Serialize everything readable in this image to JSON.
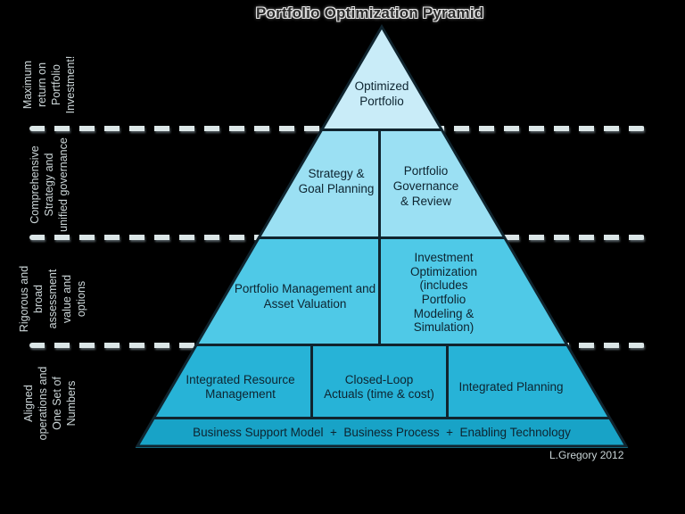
{
  "title": "Portfolio Optimization Pyramid",
  "watermark": "L.Gregory 2012",
  "colors": {
    "background": "#000000",
    "outline": "#10242e",
    "text_dark": "#0d2430",
    "side_label": "#ccd6d8",
    "dash": "#dbe6e7",
    "tier1": "#c9ecf8",
    "tier2": "#9be0f3",
    "tier3": "#4fc9e7",
    "tier4": "#27b3d7",
    "tier5": "#18a3c7"
  },
  "side_labels": [
    {
      "id": "maximum-return",
      "text": "Maximum\nreturn on\nPortfolio\nInvestment!"
    },
    {
      "id": "comprehensive-strategy",
      "text": "Comprehensive\nStrategy and\nunified governance"
    },
    {
      "id": "rigorous-assessment",
      "text": "Rigorous and\nbroad\nassessment\nvalue and\noptions"
    },
    {
      "id": "aligned-operations",
      "text": "Aligned\noperations and\nOne Set of\nNumbers"
    }
  ],
  "pyramid": {
    "tier1": {
      "cell1": "Optimized\nPortfolio"
    },
    "tier2": {
      "cell1": "Strategy &\nGoal Planning",
      "cell2": "Portfolio\nGovernance\n& Review"
    },
    "tier3": {
      "cell1": "Portfolio Management and\nAsset Valuation",
      "cell2": "Investment\nOptimization\n(includes\nPortfolio\nModeling &\nSimulation)"
    },
    "tier4": {
      "cell1": "Integrated Resource\nManagement",
      "cell2": "Closed-Loop\nActuals (time & cost)",
      "cell3": "Integrated Planning"
    },
    "tier5": {
      "cell1": "Business Support Model  +  Business Process  +  Enabling Technology"
    }
  }
}
